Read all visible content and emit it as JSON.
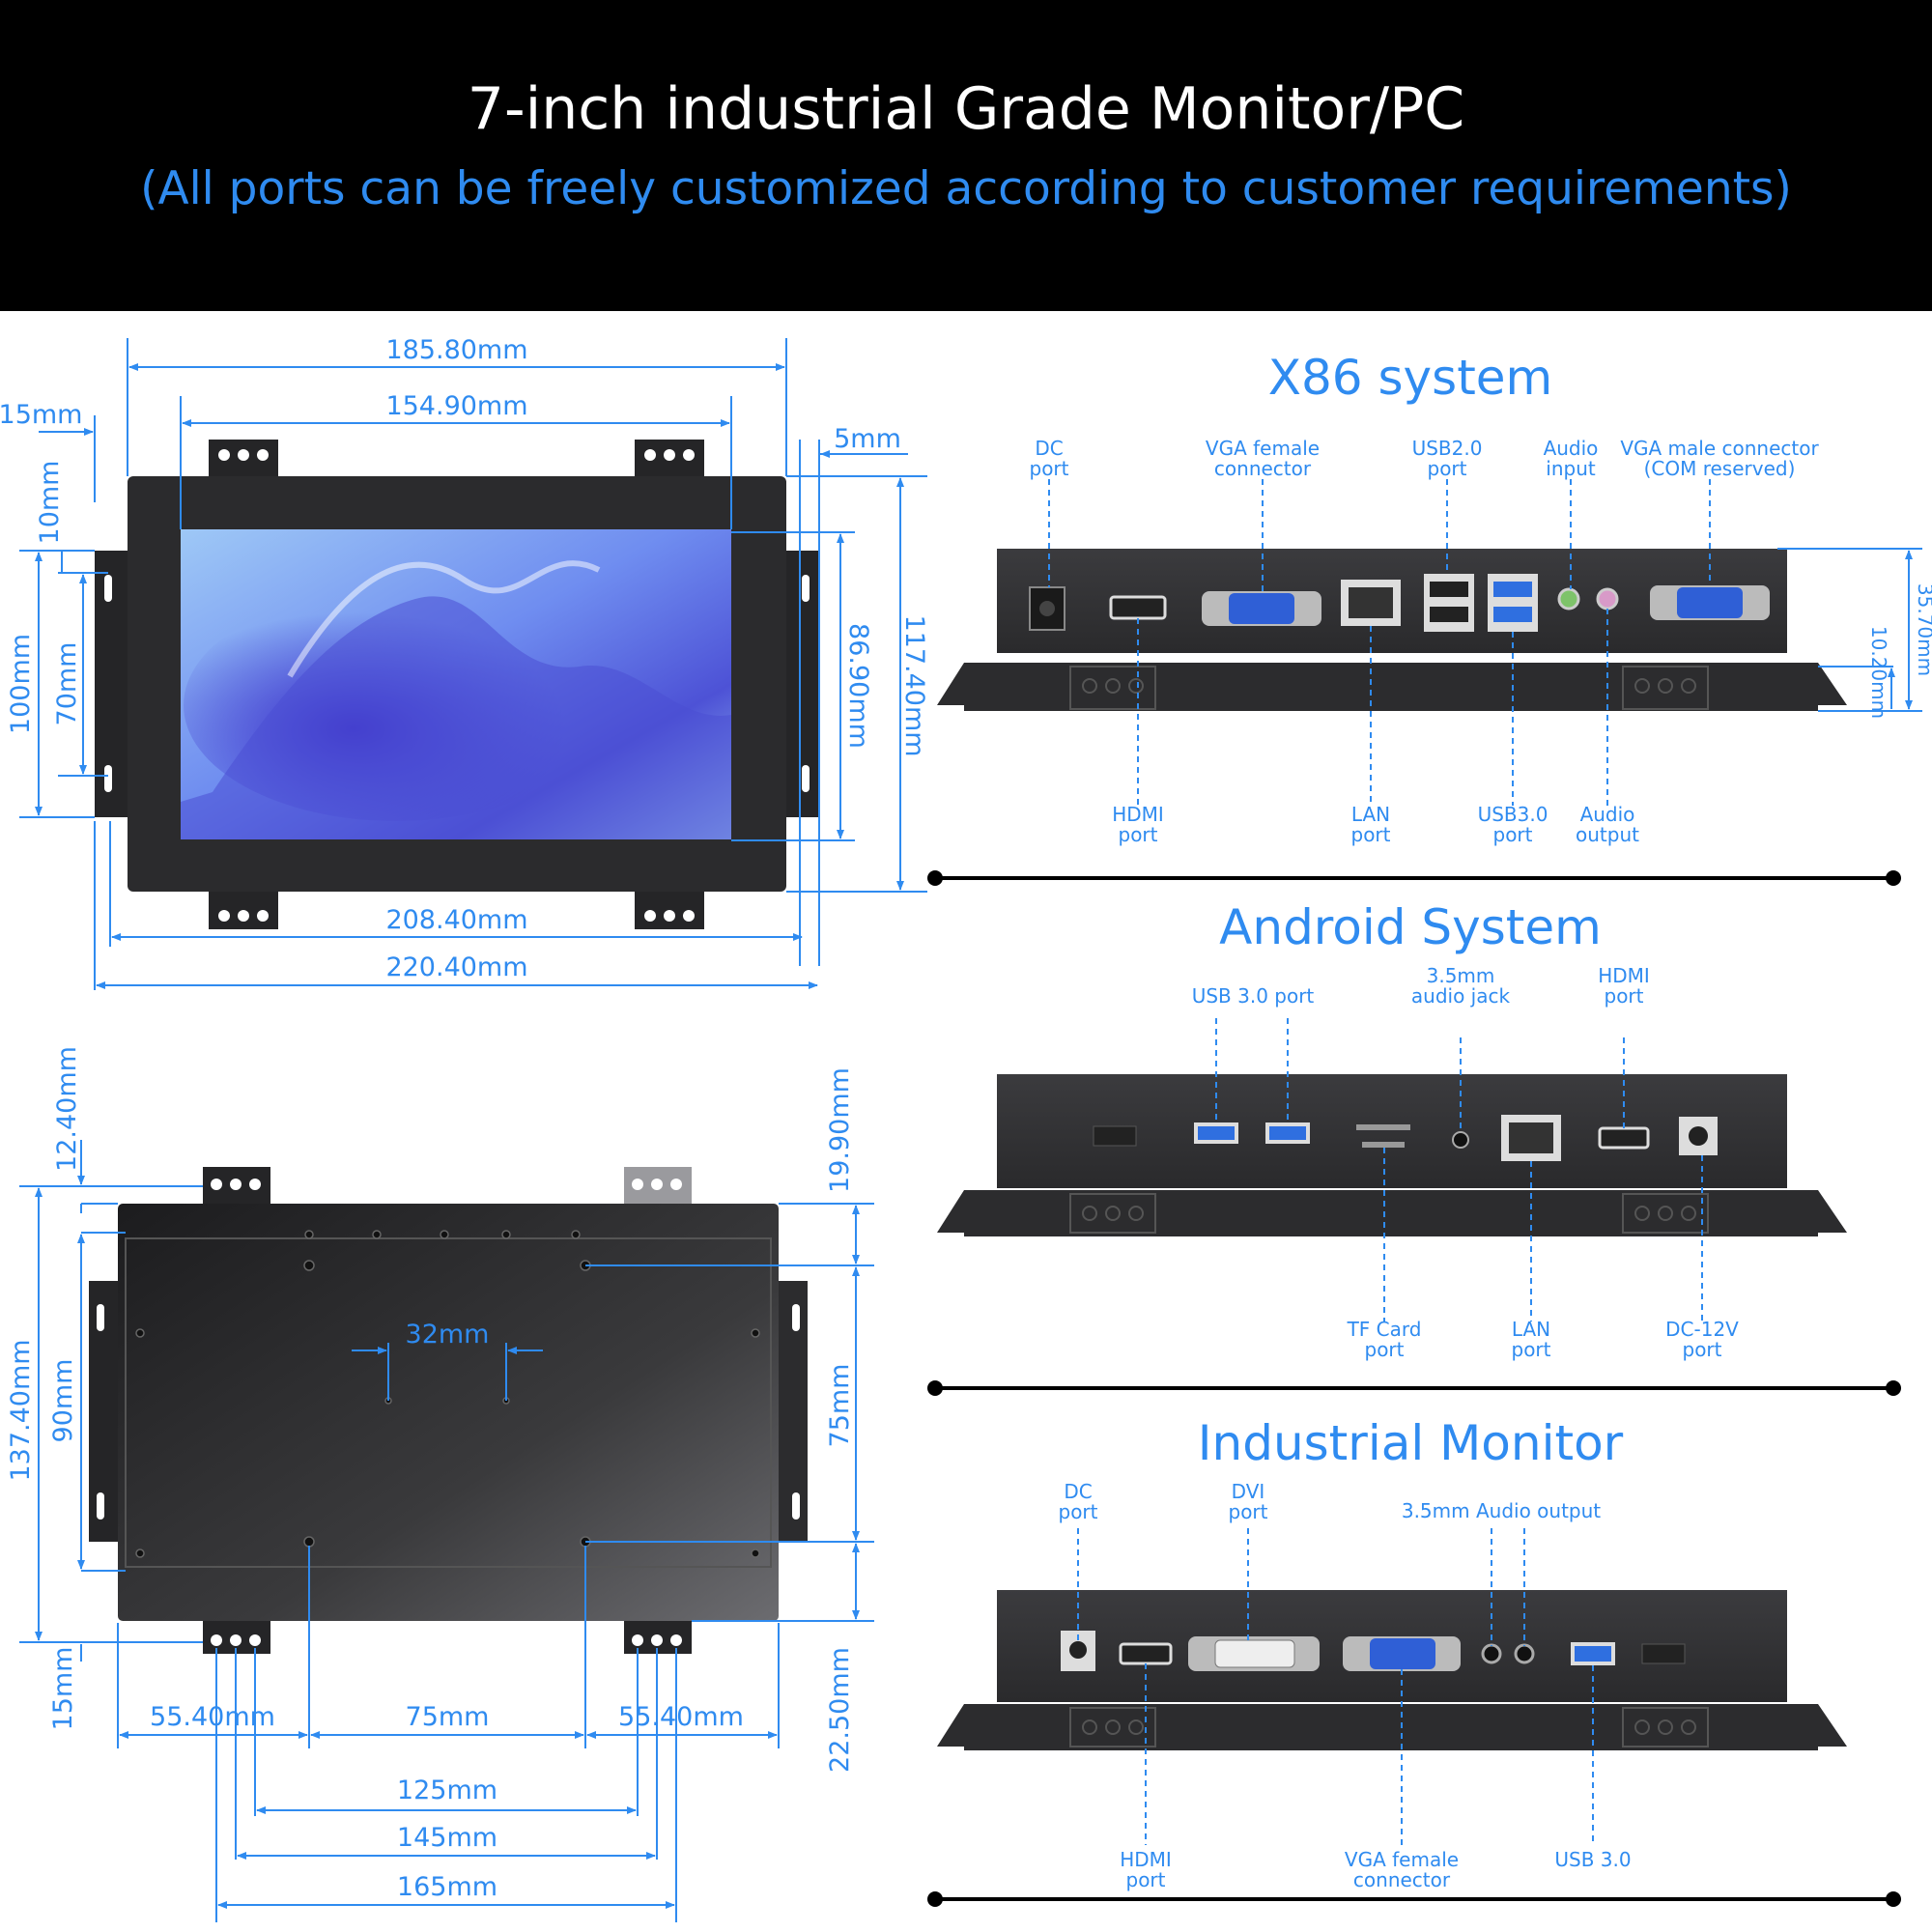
{
  "header": {
    "title": "7-inch industrial Grade Monitor/PC",
    "subtitle": "(All ports can be freely customized according to customer requirements)"
  },
  "colors": {
    "accent": "#2f8bf0",
    "header_bg": "#000000",
    "device": "#2e2e30"
  },
  "front_view": {
    "dims": {
      "d185": "185.80mm",
      "d154": "154.90mm",
      "d15": "15mm",
      "d5": "5mm",
      "d10": "10mm",
      "d100": "100mm",
      "d70": "70mm",
      "d86": "86.90mm",
      "d117": "117.40mm",
      "d208": "208.40mm",
      "d220": "220.40mm"
    }
  },
  "rear_view": {
    "dims": {
      "d12": "12.40mm",
      "d19": "19.90mm",
      "d137": "137.40mm",
      "d90": "90mm",
      "d32": "32mm",
      "d75v": "75mm",
      "d15b": "15mm",
      "d22": "22.50mm",
      "d55a": "55.40mm",
      "d75h": "75mm",
      "d55b": "55.40mm",
      "d125": "125mm",
      "d145": "145mm",
      "d165": "165mm"
    }
  },
  "x86": {
    "title": "X86 system",
    "top_labels": [
      [
        "DC",
        "port"
      ],
      [
        "VGA female",
        "connector"
      ],
      [
        "USB2.0",
        "port"
      ],
      [
        "Audio",
        "input"
      ],
      [
        "VGA male connector",
        "(COM reserved)"
      ]
    ],
    "bottom_labels": [
      [
        "HDMI",
        "port"
      ],
      [
        "LAN",
        "port"
      ],
      [
        "USB3.0",
        "port"
      ],
      [
        "Audio",
        "output"
      ]
    ],
    "side_dims": {
      "height": "35.70mm",
      "flange": "10.20mm"
    }
  },
  "android": {
    "title": "Android System",
    "top_labels": [
      [
        "USB 3.0 port"
      ],
      [
        "3.5mm",
        "audio jack"
      ],
      [
        "HDMI",
        "port"
      ]
    ],
    "bottom_labels": [
      [
        "TF Card",
        "port"
      ],
      [
        "LAN",
        "port"
      ],
      [
        "DC-12V",
        "port"
      ]
    ]
  },
  "monitor": {
    "title": "Industrial Monitor",
    "top_labels": [
      [
        "DC",
        "port"
      ],
      [
        "DVI",
        "port"
      ],
      [
        "3.5mm Audio output"
      ]
    ],
    "bottom_labels": [
      [
        "HDMI",
        "port"
      ],
      [
        "VGA female",
        "connector"
      ],
      [
        "USB 3.0"
      ]
    ]
  }
}
